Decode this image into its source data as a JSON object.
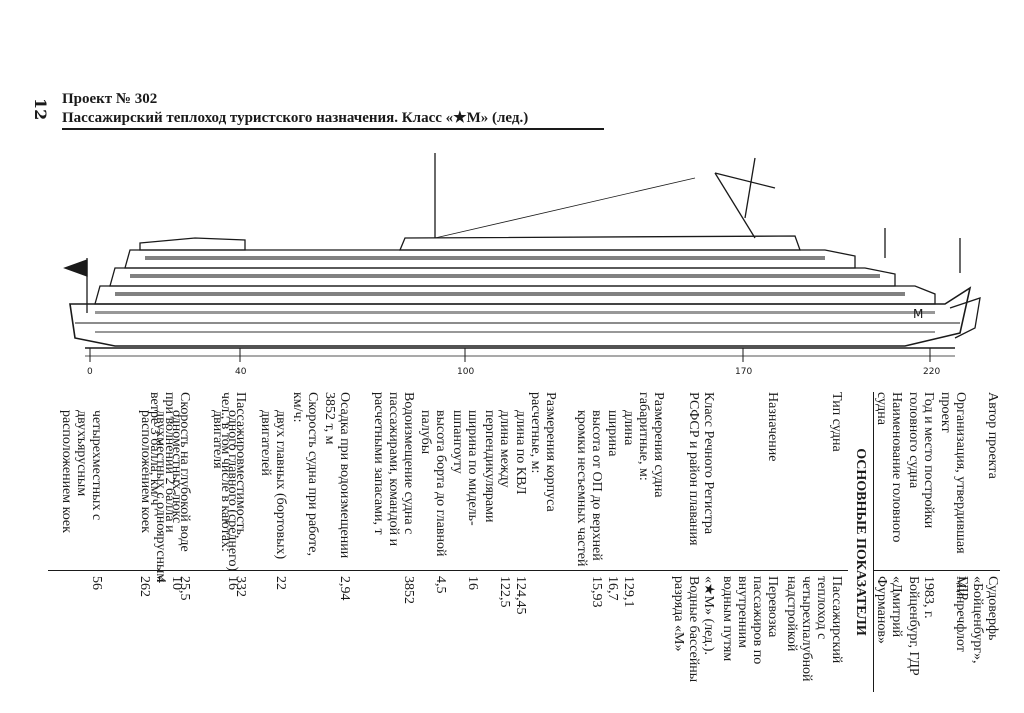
{
  "page": {
    "number": "12",
    "title_line1": "Проект № 302",
    "title_line2": "Пассажирский теплоход туристского назначения. Класс «★М» (лед.)"
  },
  "drawing": {
    "frame_labels": [
      "0",
      "40",
      "100",
      "170",
      "220"
    ],
    "hull_mark": "М"
  },
  "specs": {
    "author_label": "Автор проекта",
    "author_value": "Судоверфь «Бойценбург», ГДР",
    "org_label": "Организация, утвердившая проект",
    "org_value": "Минречфлот",
    "year_label": "Год и место постройки головного судна",
    "year_value": "1983, г. Бойценбург, ГДР",
    "name_label": "Наименование головного судна",
    "name_value": "«Дмитрий Фурманов»",
    "section_title": "ОСНОВНЫЕ ПОКАЗАТЕЛИ",
    "type_label": "Тип судна",
    "type_value": "Пассажирский теплоход с четырехпалубной надстройкой",
    "purpose_label": "Назначение",
    "purpose_value": "Перевозка пассажиров по внутренним водным путям",
    "class_label": "Класс Речного Регистра РСФСР и район плавания",
    "class_value": "«★М» (лед.). Водные бассейны разряда «М»",
    "dims_label": "Размерения судна габаритные, м:",
    "length_label": "длина",
    "length_value": "129,1",
    "width_label": "ширина",
    "width_value": "16,7",
    "height_label": "высота от ОП до верхней кромки несъемных частей",
    "height_value": "15,93",
    "hull_label": "Размерения корпуса расчетные, м:",
    "kvl_label": "длина по КВЛ",
    "kvl_value": "124,45",
    "perp_label": "длина между перпендикулярами",
    "perp_value": "122,5",
    "midwidth_label": "ширина по мидель-шпангоуту",
    "midwidth_value": "16",
    "side_label": "высота борта до главной палубы",
    "side_value": "4,5",
    "displ_label": "Водоизмещение судна с пассажирами, командой и расчетными запасами, т",
    "displ_value": "3852",
    "draft_label": "Осадка при водоизмещении 3852 т, м",
    "draft_value": "2,94",
    "speed_label": "Скорость судна при работе, км/ч:",
    "two_label": "двух главных (бортовых) двигателей",
    "two_value": "22",
    "one_label": "одного главного (среднего) двигателя",
    "one_value": "16",
    "speed_deep_label": "Скорость на глубокой воде при волнении 2 балла и ветре 3 балла, км/ч",
    "speed_deep_value": "25,5",
    "cap_label": "Пассажировместимость, чел., в том числе в каютах:",
    "cap_value": "332",
    "lux_label": "одноместных люкс",
    "lux_value": "10",
    "dbl_label": "двухместных с одноярусным расположением коек",
    "dbl_value": "4",
    "dbl_value2": "262",
    "four_label": "четырехместных с двухъярусным расположением коек",
    "four_value": "56"
  }
}
